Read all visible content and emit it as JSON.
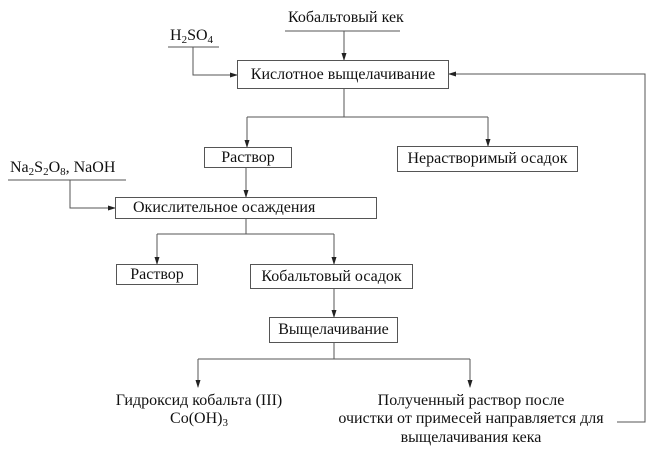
{
  "diagram": {
    "inputs": {
      "cobalt_cake": "Кобальтовый кек",
      "h2so4": {
        "parts": [
          "H",
          "2",
          "SO",
          "4"
        ]
      },
      "oxidizers": {
        "parts": [
          "Na",
          "2",
          "S",
          "2",
          "O",
          "8",
          ", NaOH"
        ]
      }
    },
    "nodes": {
      "acid_leaching": "Кислотное выщелачивание",
      "solution_1": "Раствор",
      "insoluble_residue": "Нерастворимый осадок",
      "oxidative_precipitation": "Окислительное осаждения",
      "solution_2": "Раствор",
      "cobalt_precipitate": "Кобальтовый осадок",
      "leaching": "Выщелачивание"
    },
    "outputs": {
      "cobalt_hydroxide": {
        "line1": "Гидроксид кобальта (III)",
        "formula_parts": [
          "Co(OH)",
          "3"
        ]
      },
      "recycled_solution": {
        "line1": "Полученный раствор после",
        "line2": "очистки от примесей направляется для",
        "line3": "выщелачивания кека"
      }
    },
    "line_color": "#555555"
  }
}
